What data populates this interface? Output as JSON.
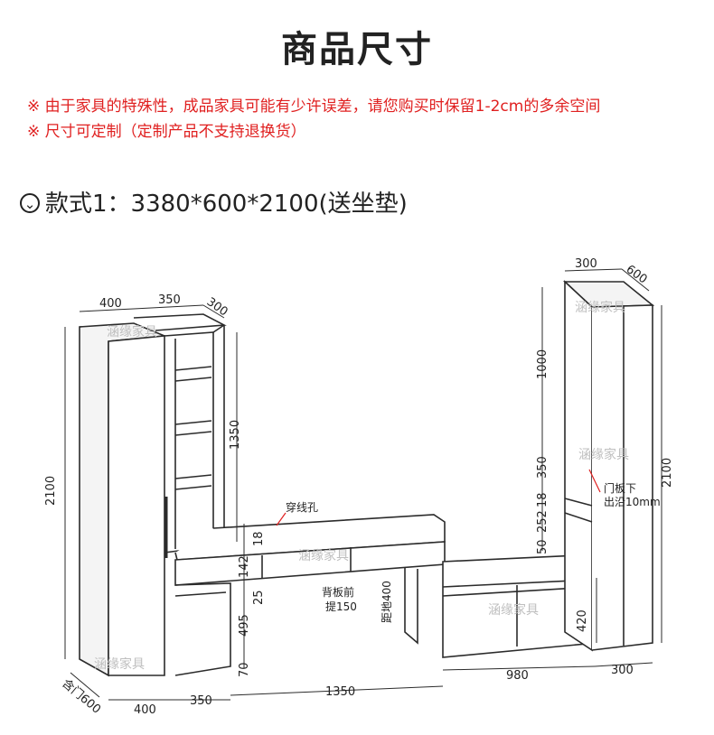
{
  "title": "商品尺寸",
  "notes": [
    "※ 由于家具的特殊性，成品家具可能有少许误差，请您购买时保留1-2cm的多余空间",
    "※ 尺寸可定制（定制产品不支持退换货）"
  ],
  "style_icon": "circle-chevron-down-icon",
  "style_label": "款式1：3380*600*2100(送坐垫)",
  "watermark": "涵缘家具",
  "dimensions": {
    "top_400": "400",
    "top_350": "350",
    "top_300": "300",
    "right_top_300": "300",
    "right_top_600": "600",
    "left_2100": "2100",
    "shelf_1350": "1350",
    "right_1000": "1000",
    "right_350": "350",
    "right_252": "252",
    "right_18a": "18",
    "right_50": "50",
    "right_420": "420",
    "right_2100": "2100",
    "desk_18": "18",
    "desk_142": "142",
    "desk_25": "25",
    "desk_495": "495",
    "desk_70": "70",
    "bottom_400": "400",
    "bottom_350": "350",
    "bottom_1350": "1350",
    "bottom_980": "980",
    "bottom_300": "300",
    "door_600": "含门600"
  },
  "labels": {
    "cable_hole": "穿线孔",
    "door_bottom_line1": "门板下",
    "door_bottom_line2": "出沿10mm",
    "back_line1": "背板前",
    "back_line2": "提150",
    "floor_dist": "距地400"
  }
}
